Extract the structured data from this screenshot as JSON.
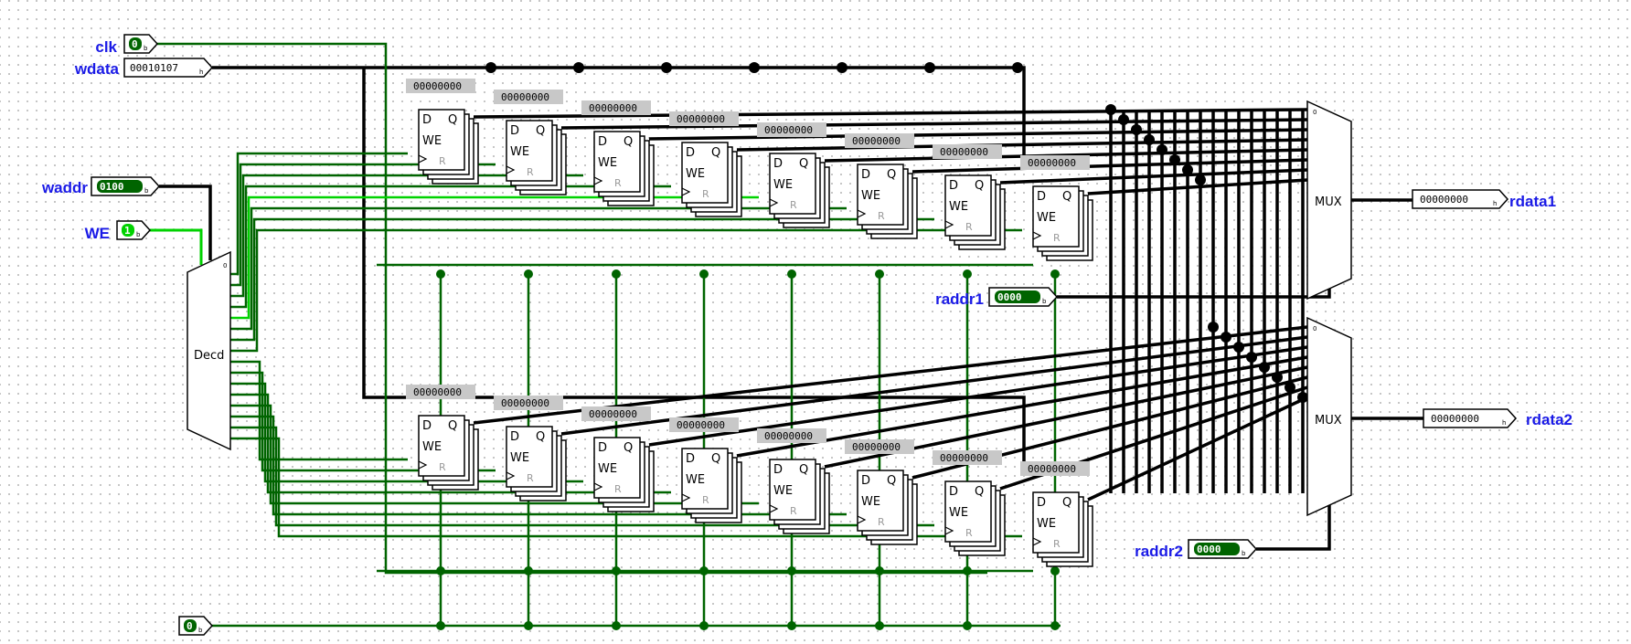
{
  "inputs": {
    "clk": {
      "label": "clk",
      "value": "0",
      "suffix": "b"
    },
    "wdata": {
      "label": "wdata",
      "value": "00010107",
      "suffix": "h"
    },
    "waddr": {
      "label": "waddr",
      "value": "0100",
      "suffix": "b"
    },
    "we": {
      "label": "WE",
      "value": "1",
      "suffix": "b"
    },
    "raddr1": {
      "label": "raddr1",
      "value": "0000",
      "suffix": "b"
    },
    "raddr2": {
      "label": "raddr2",
      "value": "0000",
      "suffix": "b"
    },
    "reset": {
      "label": "",
      "value": "0",
      "suffix": "b"
    }
  },
  "outputs": {
    "rdata1": {
      "label": "rdata1",
      "value": "00000000",
      "suffix": "h"
    },
    "rdata2": {
      "label": "rdata2",
      "value": "00000000",
      "suffix": "h"
    }
  },
  "decoder": {
    "label": "Decd",
    "select_label": "0"
  },
  "mux1": {
    "label": "MUX",
    "select_label": "0"
  },
  "mux2": {
    "label": "MUX",
    "select_label": "0"
  },
  "register_value": "00000000",
  "ff_pins": {
    "d": "D",
    "q": "Q",
    "we": "WE",
    "r": "R"
  },
  "colors": {
    "wire_low": "#006400",
    "wire_high": "#00d200",
    "bus": "#000000",
    "label": "#1a1ae6",
    "register_tag": "#c8c8c8"
  }
}
